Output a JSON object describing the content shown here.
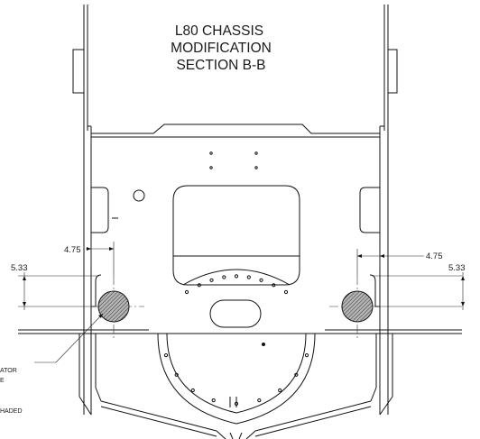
{
  "title": {
    "line1": "L80 CHASSIS",
    "line2": "MODIFICATION",
    "line3": "SECTION B-B"
  },
  "dimensions": {
    "left_horizontal": "4.75",
    "left_vertical": "5.33",
    "right_horizontal": "4.75",
    "right_vertical": "5.33"
  },
  "callout": {
    "line1": "ATOR",
    "line2": "E",
    "line3": "HADED"
  },
  "colors": {
    "line": "#111111",
    "hatch_fill": "#8a8a8a",
    "background": "#ffffff"
  }
}
